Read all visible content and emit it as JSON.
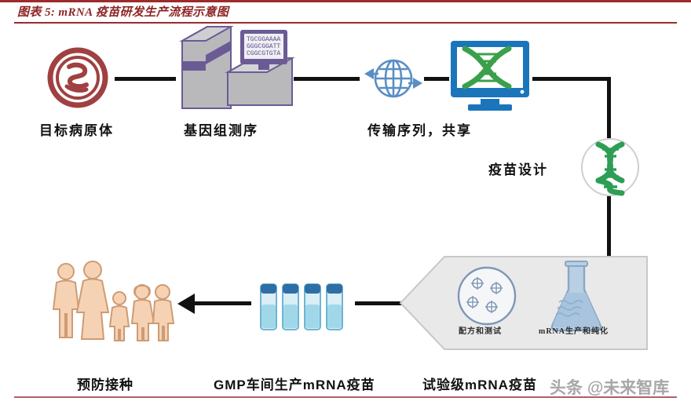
{
  "figure": {
    "caption": "图表 5: mRNA 疫苗研发生产流程示意图",
    "caption_number": "5",
    "accent_color": "#8e2525"
  },
  "flow": {
    "steps": [
      {
        "id": "pathogen",
        "label": "目标病原体",
        "icon": "virus-icon",
        "color": "#9c3a3a"
      },
      {
        "id": "sequencing",
        "label": "基因组测序",
        "icon": "dna-sequencer-icon",
        "color": "#6b5b95"
      },
      {
        "id": "transmit",
        "label": "传输序列，共享",
        "icon": "globe-network-icon",
        "color": "#4a7ebb"
      },
      {
        "id": "design",
        "label": "疫苗设计",
        "icon": "dna-monitor-icon",
        "color": "#1b75bb"
      },
      {
        "id": "production",
        "label": "试验级mRNA疫苗",
        "icon": "flask-icon",
        "color": "#9fb7d4"
      },
      {
        "id": "gmp",
        "label": "GMP车间生产mRNA疫苗",
        "icon": "vaccine-vial-icon",
        "color": "#7fc4df"
      },
      {
        "id": "vaccinate",
        "label": "预防接种",
        "icon": "people-group-icon",
        "color": "#f2c3a0"
      }
    ]
  },
  "sequencer": {
    "screen_lines": [
      "TGCGGAAAA",
      "GGGCGGATT",
      "CGGCGTGTA"
    ]
  },
  "lab_block": {
    "items": [
      {
        "id": "formulation",
        "label": "配方和测试",
        "icon": "virus-petri-dish-icon"
      },
      {
        "id": "purification",
        "label": "mRNA生产和纯化",
        "icon": "erlenmeyer-flask-icon"
      }
    ]
  },
  "watermark": {
    "text": "头条 @未来智库"
  }
}
